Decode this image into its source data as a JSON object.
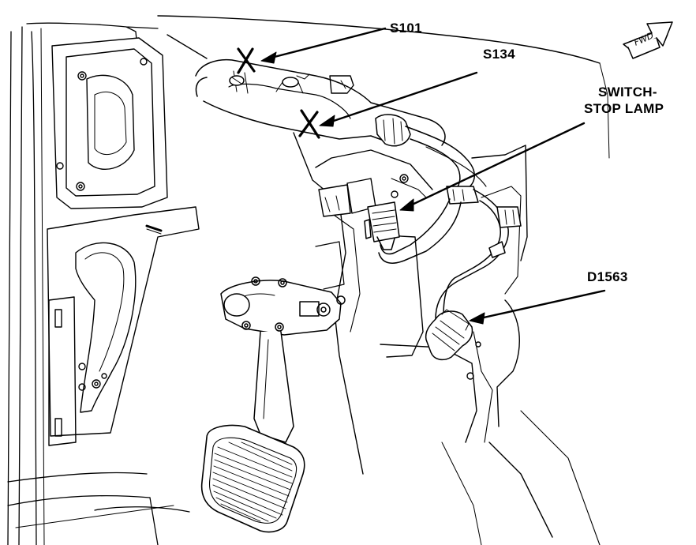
{
  "callouts": {
    "s101": "S101",
    "s134": "S134",
    "switch_line1": "SWITCH-",
    "switch_line2": "STOP LAMP",
    "d1563": "D1563"
  },
  "direction_arrow": {
    "label": "FWD",
    "icon": "forward-arrow-icon"
  },
  "colors": {
    "ink": "#000000",
    "paper": "#ffffff",
    "shade": "#e9e9e9"
  }
}
